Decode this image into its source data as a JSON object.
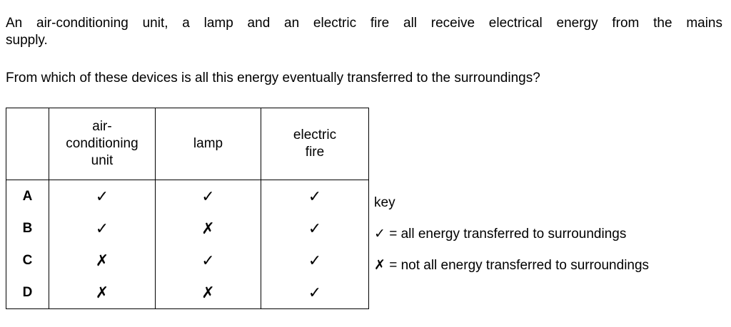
{
  "question": {
    "line1": "An air-conditioning unit, a lamp and an electric fire all receive electrical energy from the mains",
    "line2": "supply.",
    "prompt": "From which of these devices is all this energy eventually transferred to the surroundings?"
  },
  "table": {
    "columns": [
      "",
      "air-\nconditioning\nunit",
      "lamp",
      "electric\nfire"
    ],
    "rows": [
      {
        "label": "A",
        "cells": [
          "✓",
          "✓",
          "✓"
        ]
      },
      {
        "label": "B",
        "cells": [
          "✓",
          "✗",
          "✓"
        ]
      },
      {
        "label": "C",
        "cells": [
          "✗",
          "✓",
          "✓"
        ]
      },
      {
        "label": "D",
        "cells": [
          "✗",
          "✗",
          "✓"
        ]
      }
    ],
    "legend": {
      "check": "✓",
      "cross": "✗"
    }
  },
  "key": {
    "title": "key",
    "entries": [
      "✓ = all energy transferred to surroundings",
      "✗ = not all energy transferred to surroundings"
    ]
  },
  "colors": {
    "text": "#000000",
    "background": "#ffffff",
    "border": "#000000"
  }
}
